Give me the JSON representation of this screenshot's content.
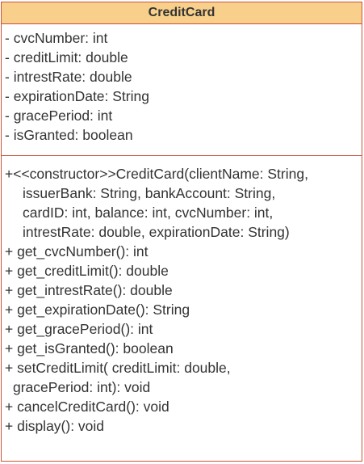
{
  "class_name": "CreditCard",
  "attributes": [
    "- cvcNumber: int",
    "- creditLimit: double",
    "- intrestRate: double",
    "- expirationDate: String",
    "- gracePeriod: int",
    "- isGranted: boolean"
  ],
  "methods": [
    "+<<constructor>>CreditCard(clientName: String,",
    "issuerBank: String, bankAccount: String,",
    "cardID: int, balance: int, cvcNumber: int,",
    "intrestRate: double, expirationDate: String)",
    "+ get_cvcNumber(): int",
    "+ get_creditLimit(): double",
    "+ get_intrestRate(): double",
    "+ get_expirationDate(): String",
    "+ get_gracePeriod(): int",
    "+ get_isGranted(): boolean",
    "+ setCreditLimit( creditLimit: double,",
    "gracePeriod: int): void",
    "+ cancelCreditCard(): void",
    "+ display(): void"
  ],
  "colors": {
    "header_fill": "#f9d08b",
    "border": "#c9543a",
    "text": "#333333"
  }
}
